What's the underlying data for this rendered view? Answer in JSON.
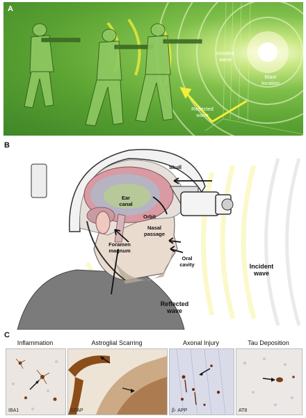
{
  "panel_a": {
    "letter": "A",
    "labels": {
      "incident": "Incident wave",
      "blast": "Blast location",
      "reflected": "Reflected wave"
    }
  },
  "panel_b": {
    "letter": "B",
    "labels": {
      "skull": "Skull",
      "ear": "Ear canal",
      "orbit": "Orbit",
      "nasal": "Nasal passage",
      "foramen": "Foramen magnum",
      "oral": "Oral cavity",
      "incident": "Incident wave",
      "reflected": "Reflected wave"
    }
  },
  "panel_c": {
    "letter": "C",
    "images": [
      {
        "title": "Inflammation",
        "stain": "IBA1"
      },
      {
        "title": "Astroglial Scarring",
        "stain": "GFAP"
      },
      {
        "title": "Axonal Injury",
        "stain": "β- APP"
      },
      {
        "title": "Tau Deposition",
        "stain": "AT8"
      }
    ]
  },
  "colors": {
    "green_bg": "#5aa232",
    "yellow_wave": "#f2ef3a",
    "stain_brown": "#7a3f14",
    "tissue_bg": "#e9e3dc"
  }
}
